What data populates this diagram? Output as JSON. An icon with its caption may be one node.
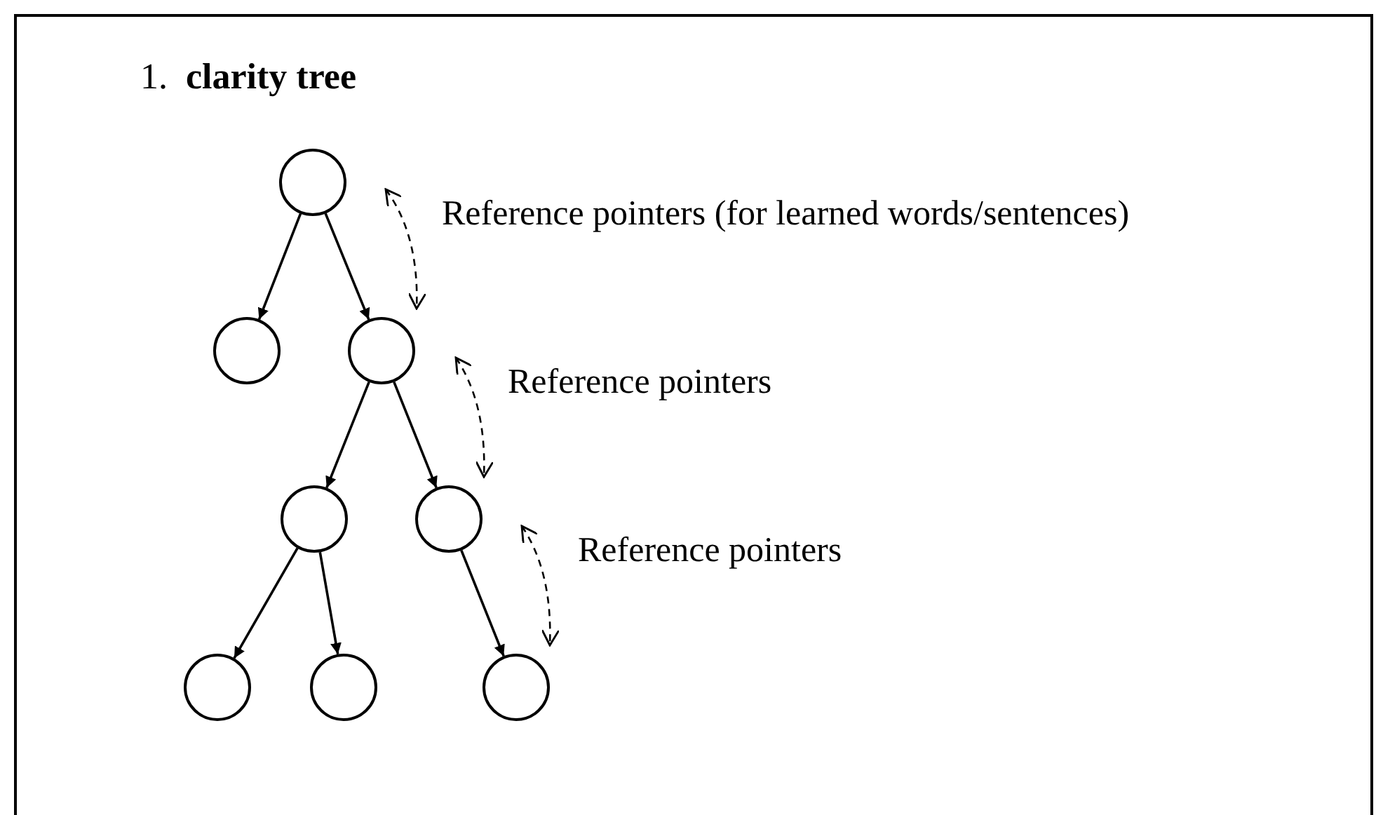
{
  "diagram": {
    "title": "1.  **clarity tree**",
    "nodes": [
      {
        "text": [],
        "shape": "circle"
      },
      {
        "text": [],
        "shape": "circle"
      },
      {
        "text": [],
        "shape": "circle"
      },
      {
        "text": [],
        "shape": "circle"
      },
      {
        "text": [],
        "shape": "circle"
      },
      {
        "text": [],
        "shape": "circle"
      },
      {
        "text": [],
        "shape": "circle"
      },
      {
        "text": [],
        "shape": "circle"
      }
    ],
    "edges": [
      {
        "from": 0,
        "to": 1,
        "arrow": "to"
      },
      {
        "from": 0,
        "to": 2,
        "arrow": "to"
      },
      {
        "from": 2,
        "to": 3,
        "arrow": "to"
      },
      {
        "from": 2,
        "to": 4,
        "arrow": "to"
      },
      {
        "from": 3,
        "to": 5,
        "arrow": "to"
      },
      {
        "from": 3,
        "to": 6,
        "arrow": "to"
      },
      {
        "from": 4,
        "to": 7,
        "arrow": "to"
      }
    ],
    "labels": [
      "Reference pointers (for learned words/sentences)",
      "Reference pointers",
      "Reference pointers"
    ]
  }
}
